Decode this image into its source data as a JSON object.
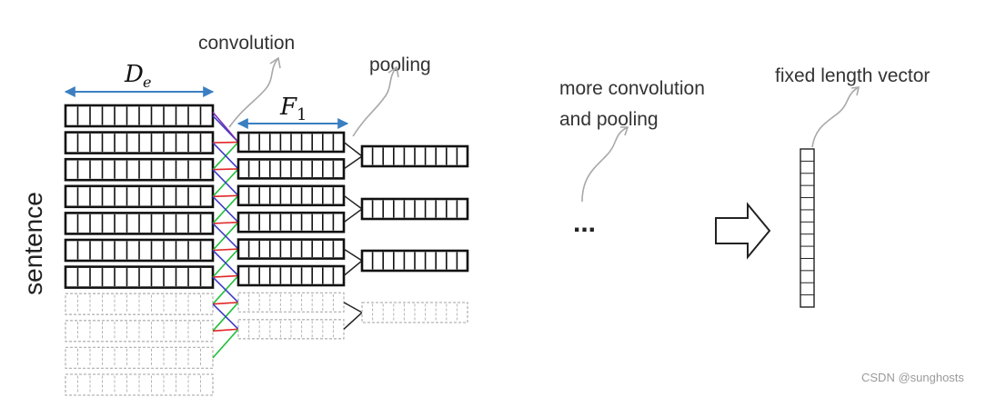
{
  "labels": {
    "sentence": "sentence",
    "convolution": "convolution",
    "pooling": "pooling",
    "more_line1": "more convolution",
    "more_line2": "and pooling",
    "fixed_vector": "fixed length vector",
    "ellipsis": "...",
    "de_main": "D",
    "de_sub": "e",
    "f1_main": "F",
    "f1_sub": "1",
    "watermark": "CSDN @sunghosts"
  },
  "colors": {
    "box": "#111111",
    "dashed": "#b5b5b5",
    "arrow": "#3a7fc1",
    "conv_red": "#e02828",
    "conv_blue": "#3c3cc8",
    "conv_green": "#1fbf3a",
    "conv_purple": "#7a2fb0",
    "squiggle": "#a8a8a8"
  },
  "structure": {
    "sentence_rows_solid": 7,
    "sentence_rows_dashed": 4,
    "cells_per_row": 12,
    "conv_rows_solid": 6,
    "conv_rows_dashed": 2,
    "conv_cells": 10,
    "pool_rows_solid": 3,
    "pool_rows_dashed": 1,
    "pool_cells": 10,
    "vector_cells": 13
  }
}
